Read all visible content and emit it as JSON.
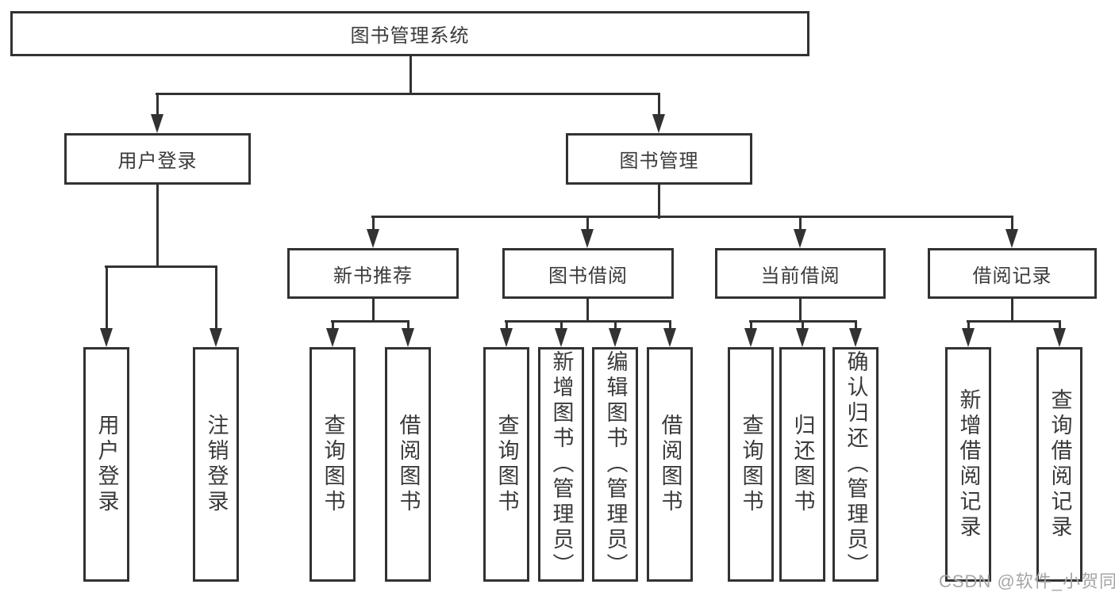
{
  "tree": {
    "root": {
      "label": "图书管理系统",
      "children": [
        {
          "label": "用户登录",
          "children": [
            {
              "label": "用户登录"
            },
            {
              "label": "注销登录"
            }
          ]
        },
        {
          "label": "图书管理",
          "children": [
            {
              "label": "新书推荐",
              "children": [
                {
                  "label": "查询图书"
                },
                {
                  "label": "借阅图书"
                }
              ]
            },
            {
              "label": "图书借阅",
              "children": [
                {
                  "label": "查询图书"
                },
                {
                  "label": "新增图书（管理员）"
                },
                {
                  "label": "编辑图书（管理员）"
                },
                {
                  "label": "借阅图书"
                }
              ]
            },
            {
              "label": "当前借阅",
              "children": [
                {
                  "label": "查询图书"
                },
                {
                  "label": "归还图书"
                },
                {
                  "label": "确认归还（管理员）"
                }
              ]
            },
            {
              "label": "借阅记录",
              "children": [
                {
                  "label": "新增借阅记录"
                },
                {
                  "label": "查询借阅记录"
                }
              ]
            }
          ]
        }
      ]
    }
  },
  "watermark": {
    "text": "CSDN @软件_小贺同学"
  },
  "colors": {
    "line": "#323232",
    "text": "#3a3a3a",
    "watermark": "#a6a6a6",
    "background": "#ffffff"
  }
}
